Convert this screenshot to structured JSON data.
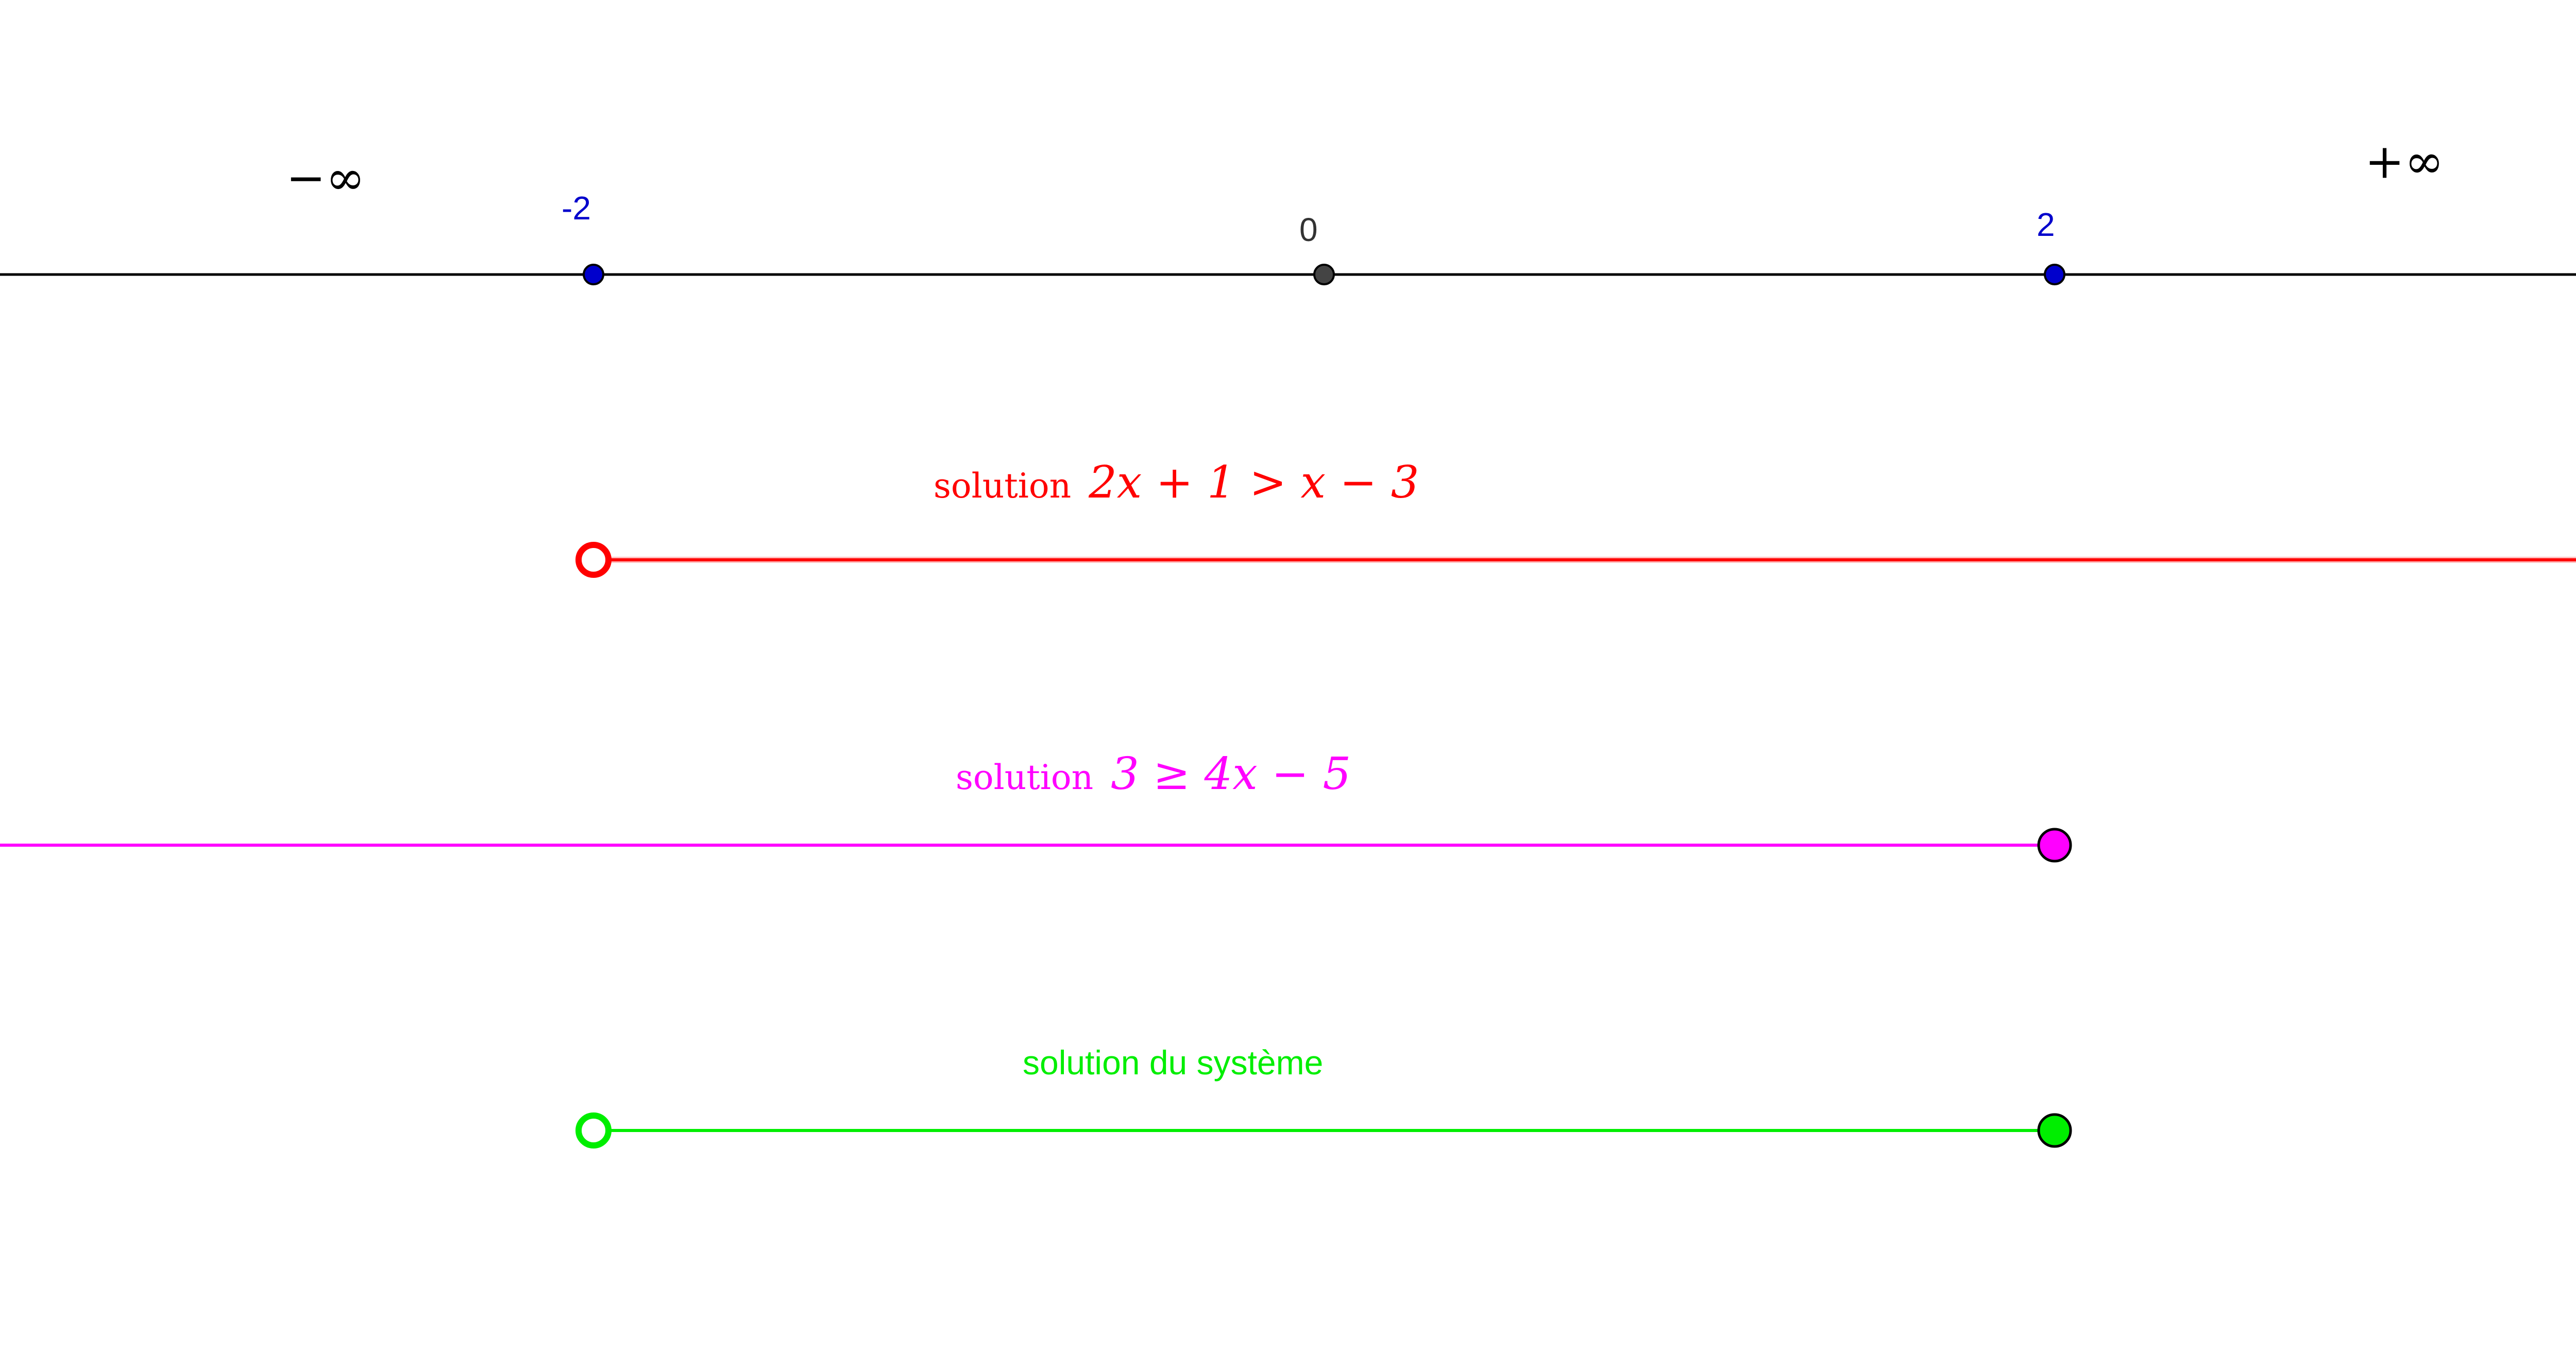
{
  "axis": {
    "neg_infinity": "−∞",
    "pos_infinity": "+∞",
    "ticks": [
      {
        "value": -2,
        "label": "-2",
        "color": "#0000cc"
      },
      {
        "value": 0,
        "label": "0",
        "color": "#333333"
      },
      {
        "value": 2,
        "label": "2",
        "color": "#0000cc"
      }
    ]
  },
  "solutions": [
    {
      "id": "ineq1",
      "prefix": "solution",
      "math": "2x + 1 > x − 3",
      "color": "#ff0000",
      "interval": {
        "from": -2,
        "to": "+∞",
        "from_closed": false,
        "to_closed": null
      }
    },
    {
      "id": "ineq2",
      "prefix": "solution",
      "math": "3 ≥ 4x − 5",
      "color": "#ff00ff",
      "interval": {
        "from": "−∞",
        "to": 2,
        "from_closed": null,
        "to_closed": true
      }
    },
    {
      "id": "system",
      "label": "solution du système",
      "color": "#00ee00",
      "interval": {
        "from": -2,
        "to": 2,
        "from_closed": false,
        "to_closed": true
      }
    }
  ]
}
